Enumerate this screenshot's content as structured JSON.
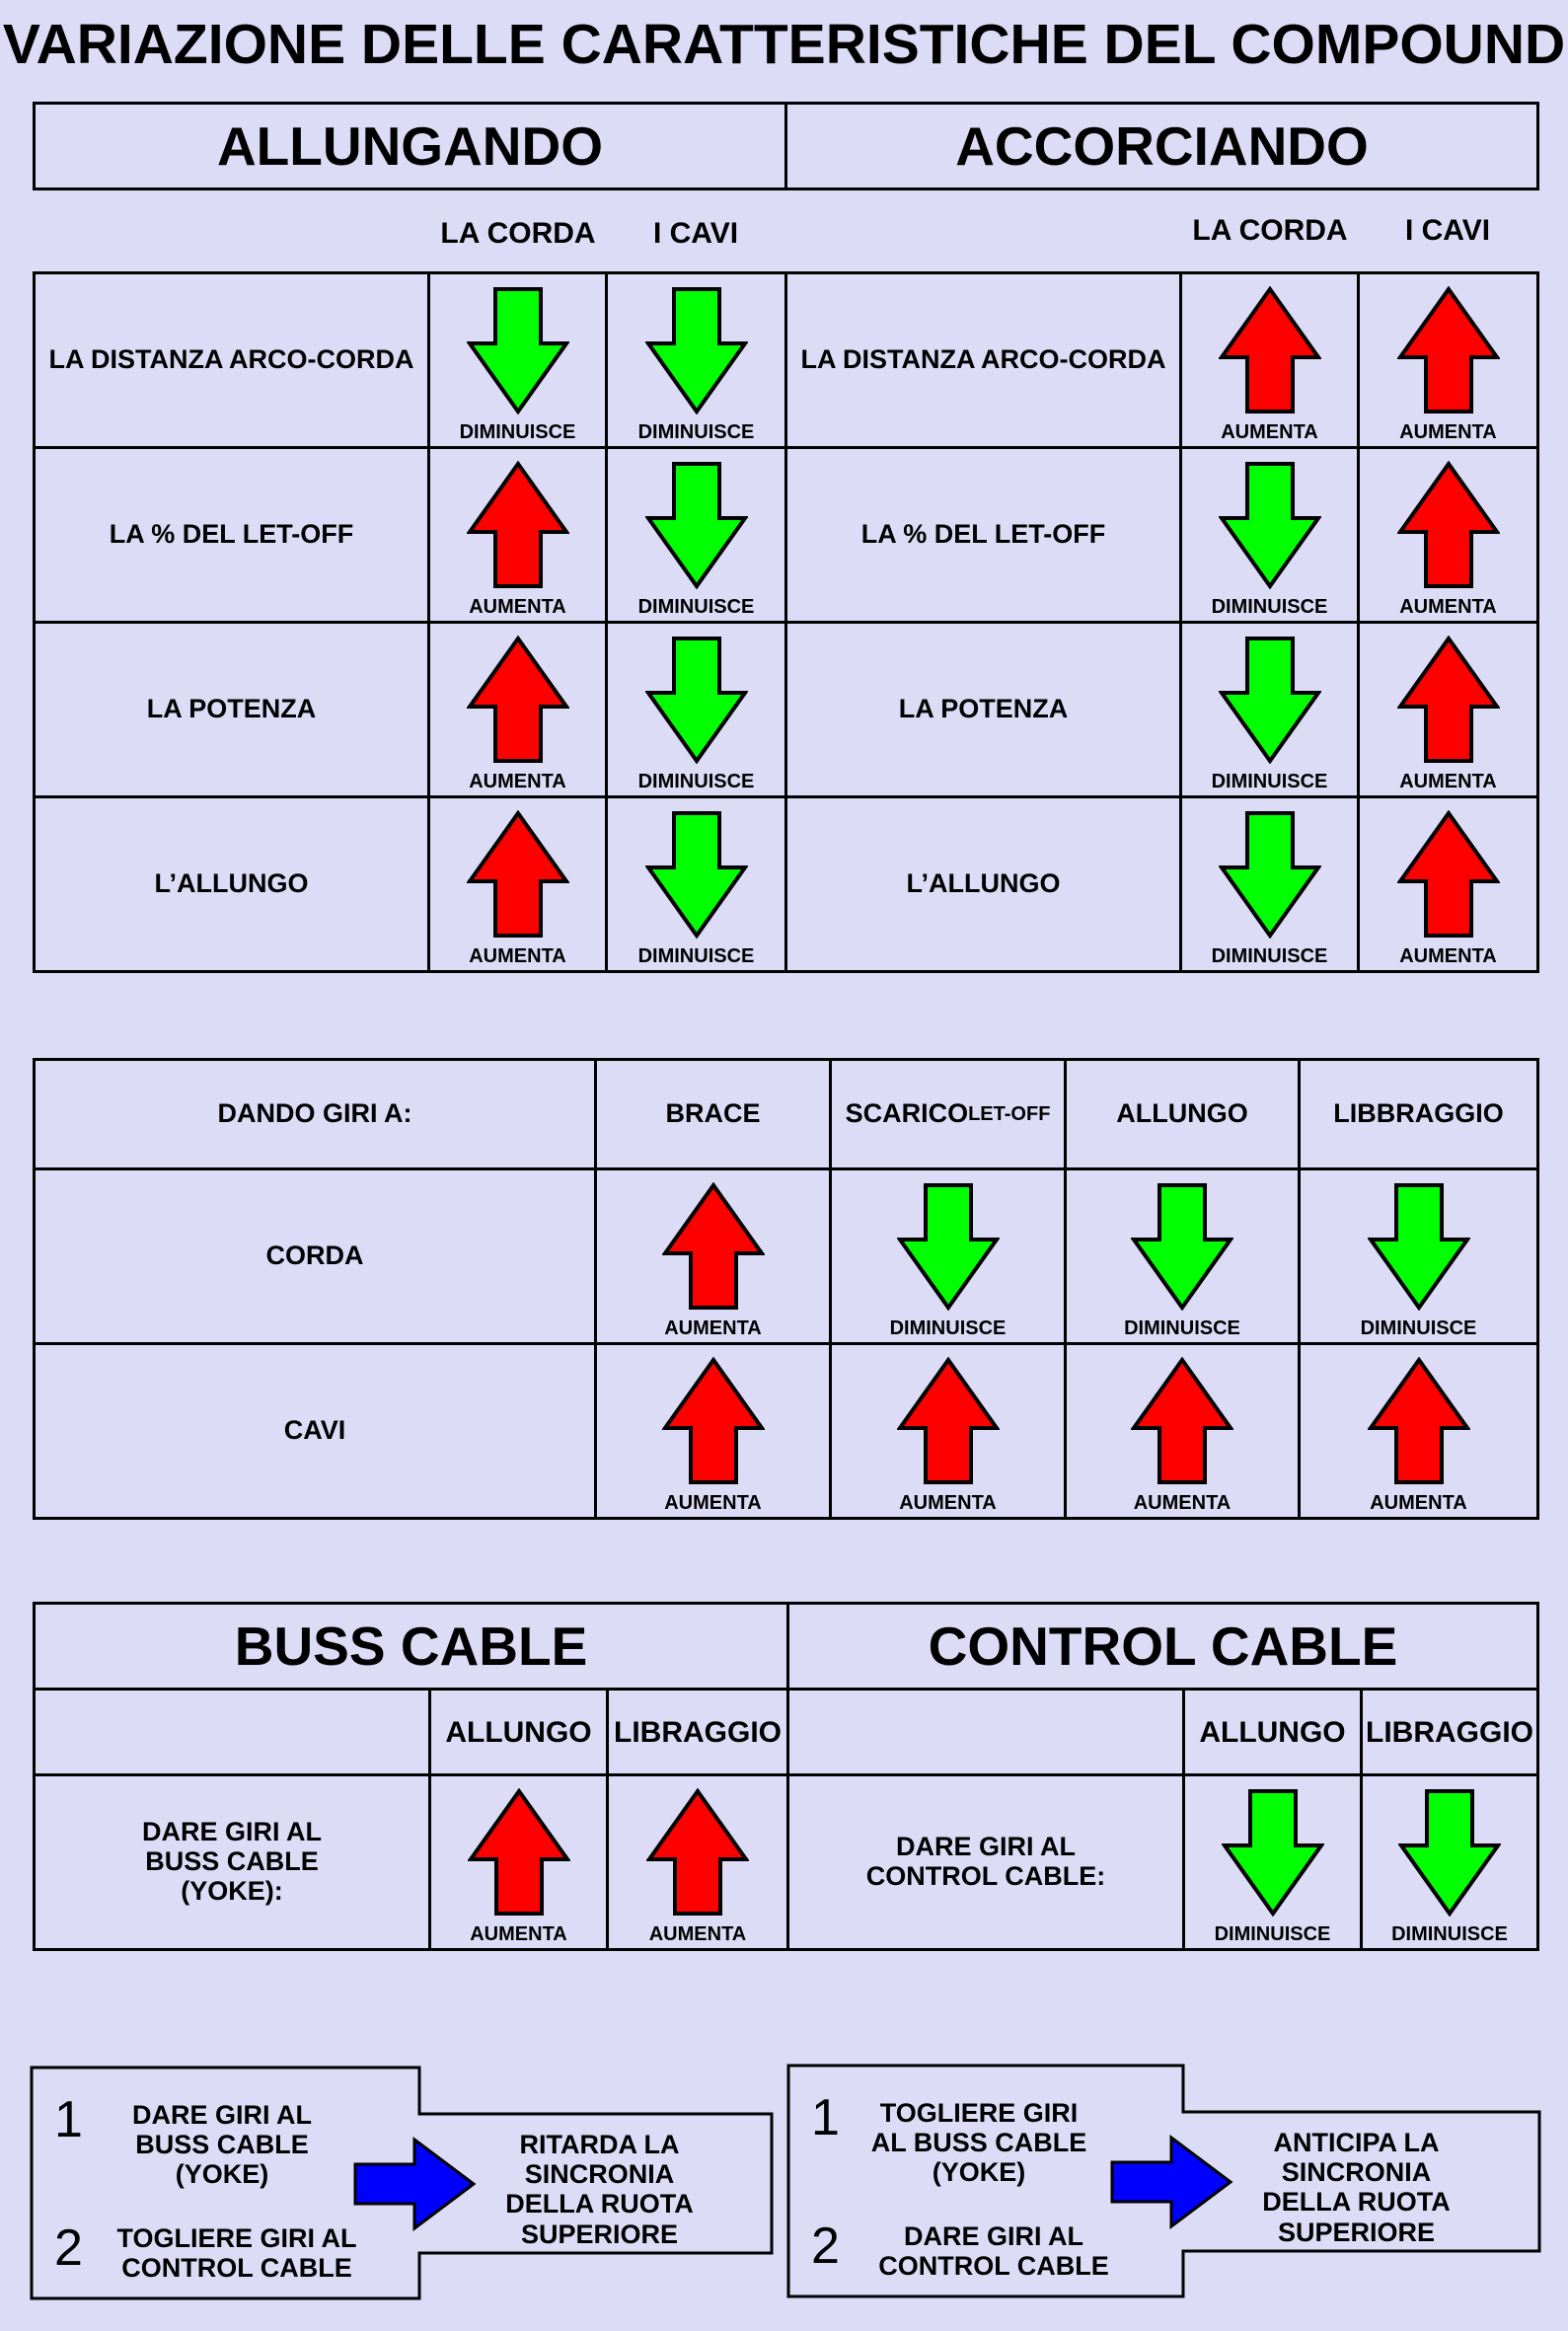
{
  "title": "VARIAZIONE DELLE CARATTERISTICHE DEL COMPOUND",
  "labels": {
    "up": "AUMENTA",
    "down": "DIMINUISCE"
  },
  "colors": {
    "up": "#ff0000",
    "down": "#00ff00",
    "blue": "#0000ff",
    "background": "#dcdcf7"
  },
  "table1": {
    "left_header": "ALLUNGANDO",
    "right_header": "ACCORCIANDO",
    "col_corda": "LA CORDA",
    "col_cavi": "I CAVI",
    "rows": [
      {
        "label": "LA DISTANZA ARCO-CORDA",
        "l_corda": "down",
        "l_cavi": "down",
        "r_corda": "up",
        "r_cavi": "up"
      },
      {
        "label": "LA % DEL LET-OFF",
        "l_corda": "up",
        "l_cavi": "down",
        "r_corda": "down",
        "r_cavi": "up"
      },
      {
        "label": "LA POTENZA",
        "l_corda": "up",
        "l_cavi": "down",
        "r_corda": "down",
        "r_cavi": "up"
      },
      {
        "label": "L’ALLUNGO",
        "l_corda": "up",
        "l_cavi": "down",
        "r_corda": "down",
        "r_cavi": "up"
      }
    ]
  },
  "table2": {
    "header_label": "DANDO GIRI A:",
    "columns": [
      {
        "main": "BRACE",
        "small": ""
      },
      {
        "main": "SCARICO ",
        "small": "LET-OFF"
      },
      {
        "main": "ALLUNGO",
        "small": ""
      },
      {
        "main": "LIBBRAGGIO",
        "small": ""
      }
    ],
    "rows": [
      {
        "label": "CORDA",
        "values": [
          "up",
          "down",
          "down",
          "down"
        ]
      },
      {
        "label": "CAVI",
        "values": [
          "up",
          "up",
          "up",
          "up"
        ]
      }
    ]
  },
  "table3": {
    "left_header": "BUSS CABLE",
    "right_header": "CONTROL CABLE",
    "col_allungo": "ALLUNGO",
    "col_libraggio": "LIBRAGGIO",
    "left_row_label": "DARE GIRI AL BUSS CABLE (YOKE):",
    "right_row_label": "DARE GIRI AL CONTROL CABLE:",
    "left_values": [
      "up",
      "up"
    ],
    "right_values": [
      "down",
      "down"
    ]
  },
  "notes": [
    {
      "n1": "1",
      "t1": "DARE GIRI AL BUSS CABLE (YOKE)",
      "n2": "2",
      "t2": "TOGLIERE GIRI AL CONTROL CABLE",
      "result": "RITARDA LA SINCRONIA DELLA RUOTA SUPERIORE"
    },
    {
      "n1": "1",
      "t1": "TOGLIERE GIRI AL BUSS CABLE (YOKE)",
      "n2": "2",
      "t2": "DARE GIRI AL CONTROL CABLE",
      "result": "ANTICIPA LA SINCRONIA DELLA RUOTA SUPERIORE"
    }
  ]
}
